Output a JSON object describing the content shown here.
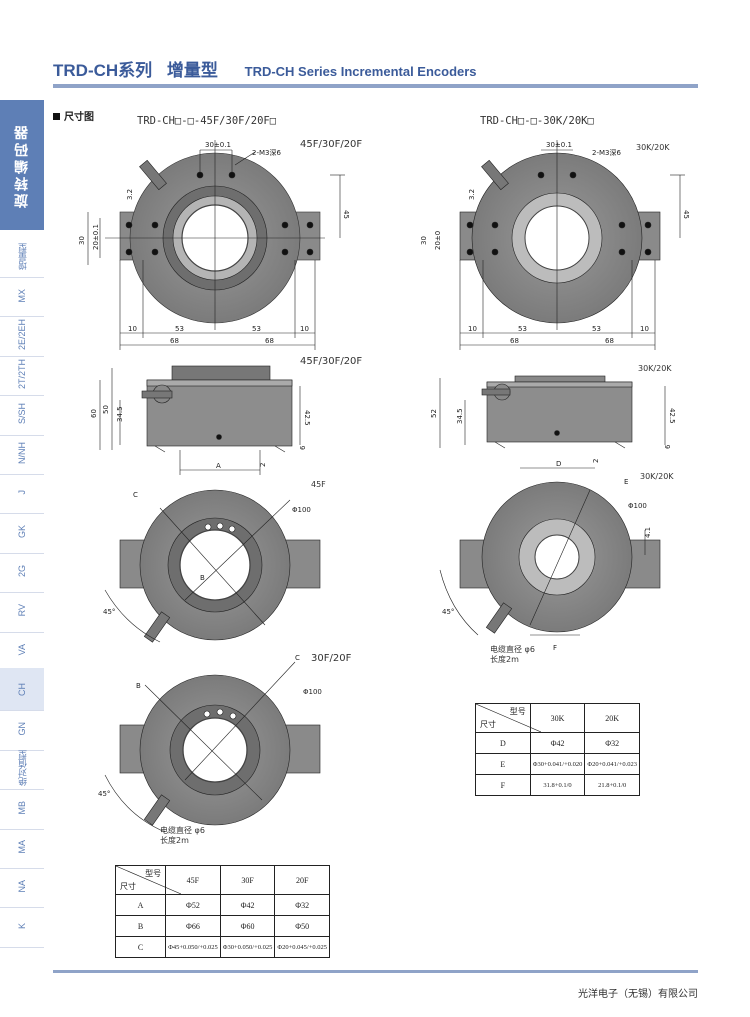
{
  "header": {
    "title_cn": "TRD-CH系列",
    "title_type": "增量型",
    "title_en": "TRD-CH Series Incremental Encoders"
  },
  "sidebar": {
    "heading": "旋转编码器",
    "tabs": [
      "增量型",
      "MX",
      "2E/2EH",
      "2T/2TH",
      "S/SH",
      "N/NH",
      "J",
      "GK",
      "2G",
      "RV",
      "VA",
      "CH",
      "GN",
      "绝对值型",
      "MB",
      "MA",
      "NA",
      "K"
    ],
    "active": "CH"
  },
  "section_label": "尺寸图",
  "left": {
    "model": "TRD-CH□-□-45F/30F/20F□",
    "variant_top": "45F/30F/20F",
    "variant_side": "45F/30F/20F",
    "variant_bottom1": "45F",
    "variant_bottom2": "30F/20F",
    "dims_top": {
      "w1": "30±0.1",
      "screw": "2-M3深6",
      "d45": "45",
      "d30": "30",
      "d20": "20±0.1",
      "d32": "3.2",
      "d10a": "10",
      "d53a": "53",
      "d53b": "53",
      "d10b": "10",
      "d68a": "68",
      "d68b": "68"
    },
    "dims_side": {
      "d60": "60",
      "d50": "50",
      "d345": "34.5",
      "d425": "42.5",
      "dA": "A",
      "d2": "2",
      "d6": "6"
    },
    "dims_b1": {
      "C": "C",
      "B": "B",
      "phi100": "Φ100",
      "ang45": "45°"
    },
    "dims_b2": {
      "C": "C",
      "B": "B",
      "phi100": "Φ100",
      "ang45": "45°"
    },
    "cable_note": [
      "电缆直径 φ6",
      "长度2m"
    ]
  },
  "right": {
    "model": "TRD-CH□-□-30K/20K□",
    "variant_top": "30K/20K",
    "variant_side": "30K/20K",
    "variant_bottom": "30K/20K",
    "dims_top": {
      "w1": "30±0.1",
      "screw": "2-M3深6",
      "d45": "45",
      "d30": "30",
      "d20": "20±0",
      "d32": "3.2",
      "d10a": "10",
      "d53a": "53",
      "d53b": "53",
      "d10b": "10",
      "d68a": "68",
      "d68b": "68"
    },
    "dims_side": {
      "d52": "52",
      "d345": "34.5",
      "d425": "42.5",
      "dD": "D",
      "d2": "2",
      "d6": "6"
    },
    "dims_b": {
      "E": "E",
      "F": "F",
      "phi100": "Φ100",
      "ang45": "45°",
      "d41": "4.1"
    },
    "cable_note": [
      "电缆直径 φ6",
      "长度2m"
    ]
  },
  "table_k": {
    "corner_top": "型号",
    "corner_bottom": "尺寸",
    "cols": [
      "30K",
      "20K"
    ],
    "rows": [
      {
        "label": "D",
        "values": [
          "Φ42",
          "Φ32"
        ]
      },
      {
        "label": "E",
        "values": [
          "Φ30+0.041/+0.020",
          "Φ20+0.041/+0.023"
        ]
      },
      {
        "label": "F",
        "values": [
          "31.8+0.1/0",
          "21.8+0.1/0"
        ]
      }
    ]
  },
  "table_f": {
    "corner_top": "型号",
    "corner_bottom": "尺寸",
    "cols": [
      "45F",
      "30F",
      "20F"
    ],
    "rows": [
      {
        "label": "A",
        "values": [
          "Φ52",
          "Φ42",
          "Φ32"
        ]
      },
      {
        "label": "B",
        "values": [
          "Φ66",
          "Φ60",
          "Φ50"
        ]
      },
      {
        "label": "C",
        "values": [
          "Φ45+0.050/+0.025",
          "Φ30+0.050/+0.025",
          "Φ20+0.045/+0.025"
        ]
      }
    ]
  },
  "footer": {
    "company": "光洋电子（无锡）有限公司"
  }
}
